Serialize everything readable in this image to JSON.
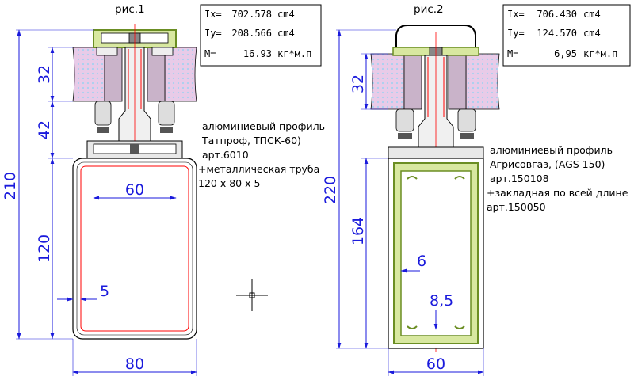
{
  "figure1": {
    "caption": "рис.1",
    "table": [
      {
        "key": "Ix=",
        "value": "702.578",
        "unit": "cm4"
      },
      {
        "key": "Iy=",
        "value": "208.566",
        "unit": "cm4"
      },
      {
        "key": "M=",
        "value": "16.93",
        "unit": "кг*м.п"
      }
    ],
    "dims": {
      "overall": "210",
      "top": "32",
      "mid": "42",
      "pipe_height": "120",
      "inner_width": "60",
      "outer_width": "80",
      "wall": "5"
    },
    "note": [
      "алюминиевый профиль",
      "Татпроф, ТПСК-60)",
      "арт.6010",
      "+металлическая труба",
      "120 x 80 x 5"
    ]
  },
  "figure2": {
    "caption": "рис.2",
    "table": [
      {
        "key": "Ix=",
        "value": "706.430",
        "unit": "cm4"
      },
      {
        "key": "Iy=",
        "value": "124.570",
        "unit": "cm4"
      },
      {
        "key": "M=",
        "value": "6,95",
        "unit": "кг*м.п"
      }
    ],
    "dims": {
      "overall": "220",
      "top": "32",
      "profile_height": "164",
      "wall": "6",
      "insert": "8,5",
      "width": "60"
    },
    "note": [
      "алюминиевый профиль",
      "Агрисовгаз, (AGS  150)",
      "арт.150108",
      "+закладная по всей длине",
      "арт.150050"
    ]
  },
  "colors": {
    "dimension": "#1a1adc",
    "outline": "#000000",
    "profile": "#6b8e23",
    "profile_fill": "#d8e8a0",
    "glass": "#e0c0e0",
    "frame": "#ff0000"
  }
}
